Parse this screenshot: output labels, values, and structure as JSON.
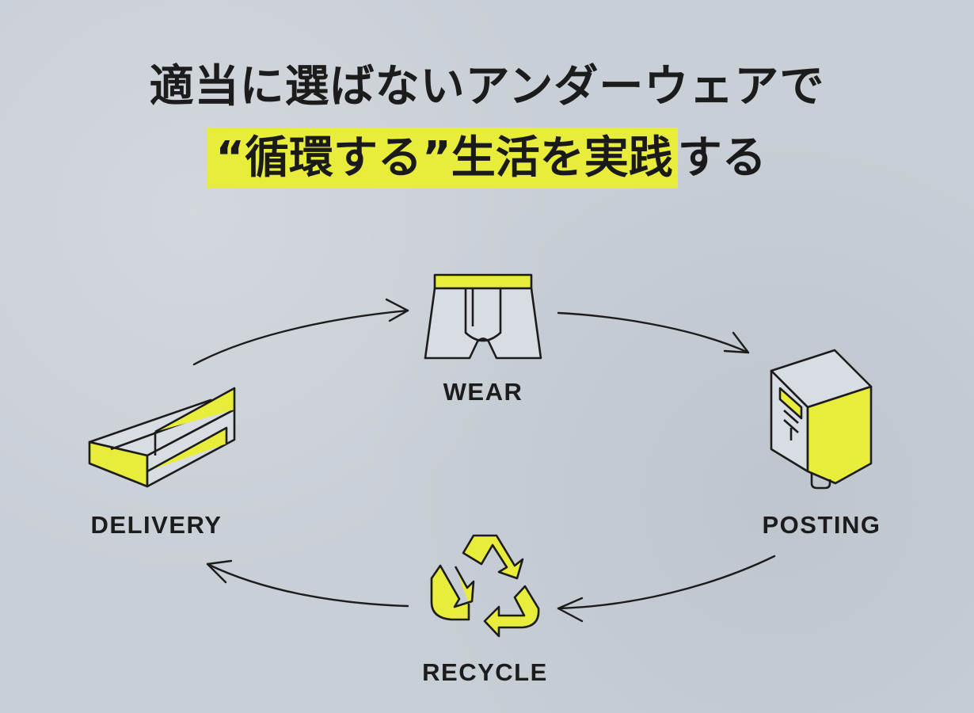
{
  "headline": {
    "line1": "適当に選ばないアンダーウェアで",
    "line2_highlight": "“循環する”生活を実践",
    "line2_tail": "する"
  },
  "cycle": {
    "wear": "WEAR",
    "posting": "POSTING",
    "recycle": "RECYCLE",
    "delivery": "DELIVERY"
  },
  "colors": {
    "accent": "#e8ec3a",
    "ink": "#1c1c1c",
    "background": "#c9cfd6"
  }
}
